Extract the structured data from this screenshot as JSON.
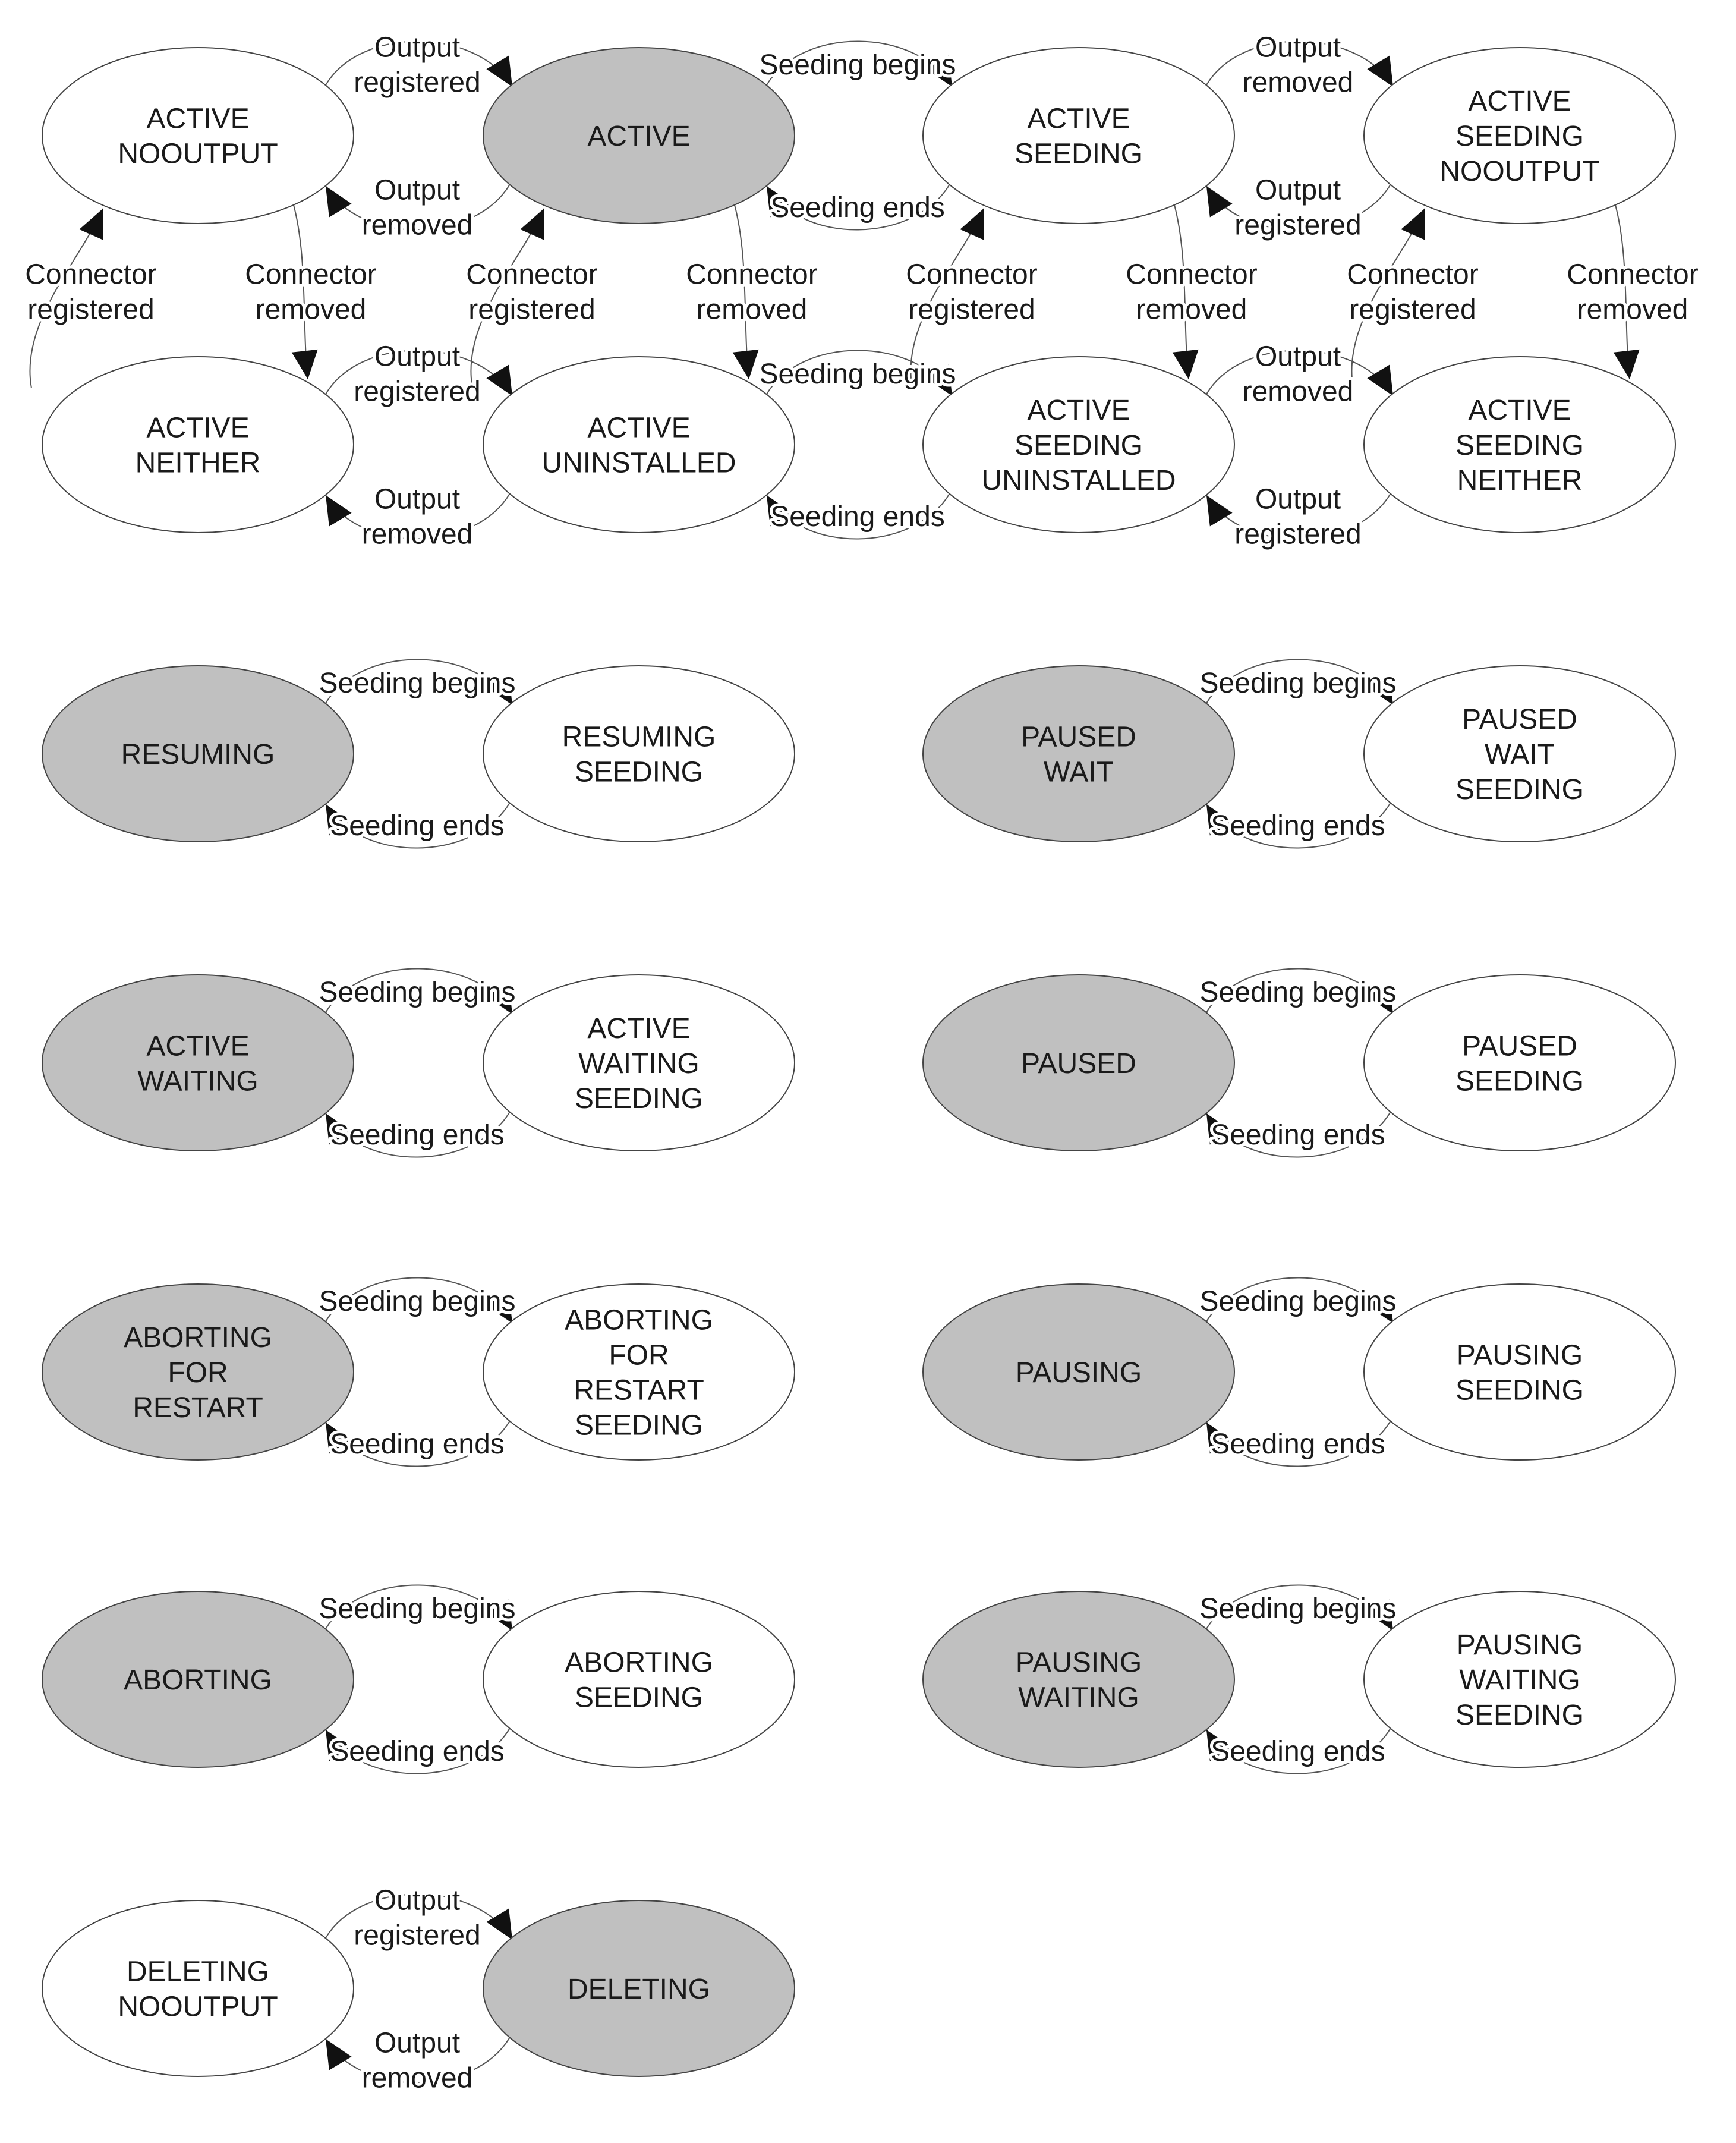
{
  "colors": {
    "shaded_fill": "#c0c0c0",
    "plain_fill": "#ffffff",
    "stroke": "#444444",
    "text": "#1a1a1a"
  },
  "nodes": [
    {
      "id": "active-nooutput",
      "label": "ACTIVE\nNOOUTPUT",
      "shaded": false
    },
    {
      "id": "active",
      "label": "ACTIVE",
      "shaded": true
    },
    {
      "id": "active-seeding",
      "label": "ACTIVE\nSEEDING",
      "shaded": false
    },
    {
      "id": "active-seeding-nooutput",
      "label": "ACTIVE\nSEEDING\nNOOUTPUT",
      "shaded": false
    },
    {
      "id": "active-neither",
      "label": "ACTIVE\nNEITHER",
      "shaded": false
    },
    {
      "id": "active-uninstalled",
      "label": "ACTIVE\nUNINSTALLED",
      "shaded": false
    },
    {
      "id": "active-seeding-uninstalled",
      "label": "ACTIVE\nSEEDING\nUNINSTALLED",
      "shaded": false
    },
    {
      "id": "active-seeding-neither",
      "label": "ACTIVE\nSEEDING\nNEITHER",
      "shaded": false
    },
    {
      "id": "resuming",
      "label": "RESUMING",
      "shaded": true
    },
    {
      "id": "resuming-seeding",
      "label": "RESUMING\nSEEDING",
      "shaded": false
    },
    {
      "id": "paused-wait",
      "label": "PAUSED\nWAIT",
      "shaded": true
    },
    {
      "id": "paused-wait-seeding",
      "label": "PAUSED\nWAIT\nSEEDING",
      "shaded": false
    },
    {
      "id": "active-waiting",
      "label": "ACTIVE\nWAITING",
      "shaded": true
    },
    {
      "id": "active-waiting-seeding",
      "label": "ACTIVE\nWAITING\nSEEDING",
      "shaded": false
    },
    {
      "id": "paused",
      "label": "PAUSED",
      "shaded": true
    },
    {
      "id": "paused-seeding",
      "label": "PAUSED\nSEEDING",
      "shaded": false
    },
    {
      "id": "aborting-for-restart",
      "label": "ABORTING\nFOR\nRESTART",
      "shaded": true
    },
    {
      "id": "aborting-for-restart-seeding",
      "label": "ABORTING\nFOR\nRESTART\nSEEDING",
      "shaded": false
    },
    {
      "id": "pausing",
      "label": "PAUSING",
      "shaded": true
    },
    {
      "id": "pausing-seeding",
      "label": "PAUSING\nSEEDING",
      "shaded": false
    },
    {
      "id": "aborting",
      "label": "ABORTING",
      "shaded": true
    },
    {
      "id": "aborting-seeding",
      "label": "ABORTING\nSEEDING",
      "shaded": false
    },
    {
      "id": "pausing-waiting",
      "label": "PAUSING\nWAITING",
      "shaded": true
    },
    {
      "id": "pausing-waiting-seeding",
      "label": "PAUSING\nWAITING\nSEEDING",
      "shaded": false
    },
    {
      "id": "deleting-nooutput",
      "label": "DELETING\nNOOUTPUT",
      "shaded": false
    },
    {
      "id": "deleting",
      "label": "DELETING",
      "shaded": true
    }
  ],
  "edges": [
    {
      "from": "active-nooutput",
      "to": "active",
      "label": "Output\nregistered"
    },
    {
      "from": "active",
      "to": "active-nooutput",
      "label": "Output\nremoved"
    },
    {
      "from": "active",
      "to": "active-seeding",
      "label": "Seeding begins"
    },
    {
      "from": "active-seeding",
      "to": "active",
      "label": "Seeding ends"
    },
    {
      "from": "active-seeding",
      "to": "active-seeding-nooutput",
      "label": "Output\nremoved"
    },
    {
      "from": "active-seeding-nooutput",
      "to": "active-seeding",
      "label": "Output\nregistered"
    },
    {
      "from": "active-neither",
      "to": "active-nooutput",
      "label": "Connector\nregistered"
    },
    {
      "from": "active-nooutput",
      "to": "active-neither",
      "label": "Connector\nremoved"
    },
    {
      "from": "active-uninstalled",
      "to": "active",
      "label": "Connector\nregistered"
    },
    {
      "from": "active",
      "to": "active-uninstalled",
      "label": "Connector\nremoved"
    },
    {
      "from": "active-seeding-uninstalled",
      "to": "active-seeding",
      "label": "Connector\nregistered"
    },
    {
      "from": "active-seeding",
      "to": "active-seeding-uninstalled",
      "label": "Connector\nremoved"
    },
    {
      "from": "active-seeding-neither",
      "to": "active-seeding-nooutput",
      "label": "Connector\nregistered"
    },
    {
      "from": "active-seeding-nooutput",
      "to": "active-seeding-neither",
      "label": "Connector\nremoved"
    },
    {
      "from": "active-neither",
      "to": "active-uninstalled",
      "label": "Output\nregistered"
    },
    {
      "from": "active-uninstalled",
      "to": "active-neither",
      "label": "Output\nremoved"
    },
    {
      "from": "active-uninstalled",
      "to": "active-seeding-uninstalled",
      "label": "Seeding begins"
    },
    {
      "from": "active-seeding-uninstalled",
      "to": "active-uninstalled",
      "label": "Seeding ends"
    },
    {
      "from": "active-seeding-uninstalled",
      "to": "active-seeding-neither",
      "label": "Output\nremoved"
    },
    {
      "from": "active-seeding-neither",
      "to": "active-seeding-uninstalled",
      "label": "Output\nregistered"
    },
    {
      "from": "resuming",
      "to": "resuming-seeding",
      "label": "Seeding begins"
    },
    {
      "from": "resuming-seeding",
      "to": "resuming",
      "label": "Seeding ends"
    },
    {
      "from": "paused-wait",
      "to": "paused-wait-seeding",
      "label": "Seeding begins"
    },
    {
      "from": "paused-wait-seeding",
      "to": "paused-wait",
      "label": "Seeding ends"
    },
    {
      "from": "active-waiting",
      "to": "active-waiting-seeding",
      "label": "Seeding begins"
    },
    {
      "from": "active-waiting-seeding",
      "to": "active-waiting",
      "label": "Seeding ends"
    },
    {
      "from": "paused",
      "to": "paused-seeding",
      "label": "Seeding begins"
    },
    {
      "from": "paused-seeding",
      "to": "paused",
      "label": "Seeding ends"
    },
    {
      "from": "aborting-for-restart",
      "to": "aborting-for-restart-seeding",
      "label": "Seeding begins"
    },
    {
      "from": "aborting-for-restart-seeding",
      "to": "aborting-for-restart",
      "label": "Seeding ends"
    },
    {
      "from": "pausing",
      "to": "pausing-seeding",
      "label": "Seeding begins"
    },
    {
      "from": "pausing-seeding",
      "to": "pausing",
      "label": "Seeding ends"
    },
    {
      "from": "aborting",
      "to": "aborting-seeding",
      "label": "Seeding begins"
    },
    {
      "from": "aborting-seeding",
      "to": "aborting",
      "label": "Seeding ends"
    },
    {
      "from": "pausing-waiting",
      "to": "pausing-waiting-seeding",
      "label": "Seeding begins"
    },
    {
      "from": "pausing-waiting-seeding",
      "to": "pausing-waiting",
      "label": "Seeding ends"
    },
    {
      "from": "deleting-nooutput",
      "to": "deleting",
      "label": "Output\nregistered"
    },
    {
      "from": "deleting",
      "to": "deleting-nooutput",
      "label": "Output\nremoved"
    }
  ]
}
